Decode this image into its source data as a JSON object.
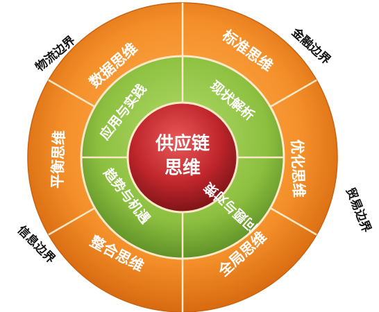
{
  "center": {
    "line1": "供应链",
    "line2": "思维"
  },
  "inner_ring": [
    {
      "label": "应用与实践"
    },
    {
      "label": "现状解析"
    },
    {
      "label": "问题与对策"
    },
    {
      "label": "趋势与机遇"
    }
  ],
  "outer_ring": [
    {
      "label": "数据思维"
    },
    {
      "label": "标准思维"
    },
    {
      "label": "优化思维"
    },
    {
      "label": "全局思维"
    },
    {
      "label": "整合思维"
    },
    {
      "label": "平衡思维"
    }
  ],
  "boundaries": [
    {
      "label": "物流边界"
    },
    {
      "label": "金融边界"
    },
    {
      "label": "贸易边界"
    },
    {
      "label": "信息边界"
    }
  ],
  "colors": {
    "outer": "#f08a24",
    "outer_dark": "#d86a10",
    "inner": "#8cbf3f",
    "inner_dark": "#5f9128",
    "core": "#c0262c",
    "core_dark": "#7e1418",
    "divider": "#fde8c8"
  }
}
